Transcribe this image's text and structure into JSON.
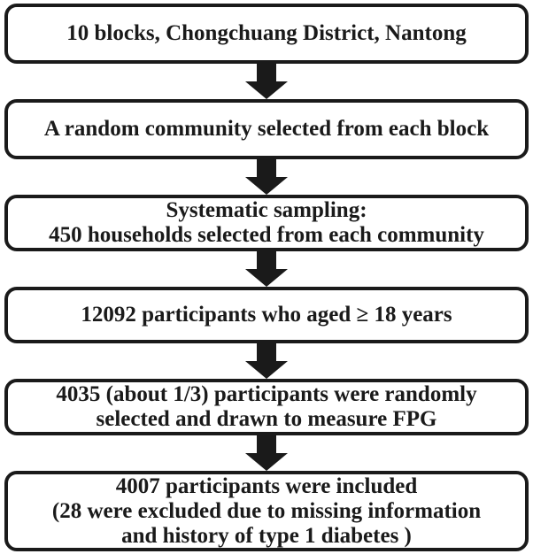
{
  "flowchart": {
    "steps": [
      {
        "lines": [
          "10 blocks, Chongchuang District, Nantong"
        ]
      },
      {
        "lines": [
          "A random community selected from each block"
        ]
      },
      {
        "lines": [
          "Systematic sampling:",
          "450 households selected from each community"
        ]
      },
      {
        "lines": [
          "12092 participants who aged ≥ 18 years"
        ]
      },
      {
        "lines": [
          "4035 (about 1/3) participants were randomly",
          "selected and drawn to measure FPG"
        ]
      },
      {
        "lines": [
          "4007 participants were included",
          "(28 were excluded due to missing information",
          "and history of type 1 diabetes )"
        ]
      }
    ],
    "colors": {
      "border": "#1a1a1a",
      "text": "#1a1a1a",
      "arrow": "#1a1a1a",
      "background": "#ffffff"
    }
  }
}
